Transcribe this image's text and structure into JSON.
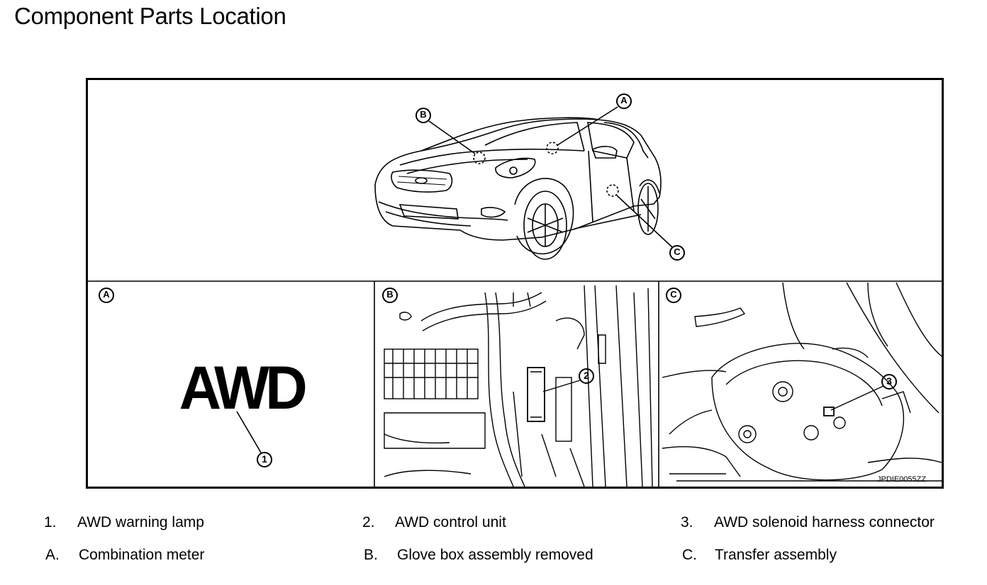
{
  "page": {
    "title": "Component Parts Location"
  },
  "figure": {
    "callouts": {
      "A": "A",
      "B": "B",
      "C": "C",
      "n1": "1",
      "n2": "2",
      "n3": "3"
    },
    "panel_A_text": "AWD",
    "image_code": "JPDIE0055ZZ"
  },
  "legend": {
    "items": [
      {
        "marker": "1.",
        "label": "AWD warning lamp"
      },
      {
        "marker": "2.",
        "label": "AWD control unit"
      },
      {
        "marker": "3.",
        "label": "AWD solenoid harness connector"
      },
      {
        "marker": "A.",
        "label": "Combination meter"
      },
      {
        "marker": "B.",
        "label": "Glove box assembly removed"
      },
      {
        "marker": "C.",
        "label": "Transfer assembly"
      }
    ]
  }
}
